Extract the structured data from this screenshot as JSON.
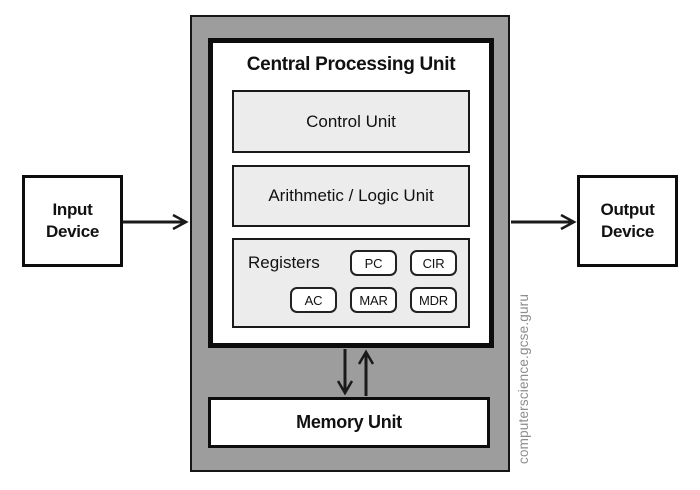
{
  "colors": {
    "case_fill": "#9d9d9d",
    "panel_fill": "#ececec",
    "box_border": "#0d0d0d",
    "watermark_text": "#8d8d8d"
  },
  "cpu": {
    "title": "Central Processing Unit",
    "control_unit_label": "Control Unit",
    "alu_label": "Arithmetic / Logic Unit",
    "registers_label": "Registers",
    "registers": [
      "PC",
      "CIR",
      "AC",
      "MAR",
      "MDR"
    ]
  },
  "memory_unit_label": "Memory Unit",
  "input_device_label": "Input Device",
  "output_device_label": "Output Device",
  "watermark": "computerscience.gcse.guru"
}
